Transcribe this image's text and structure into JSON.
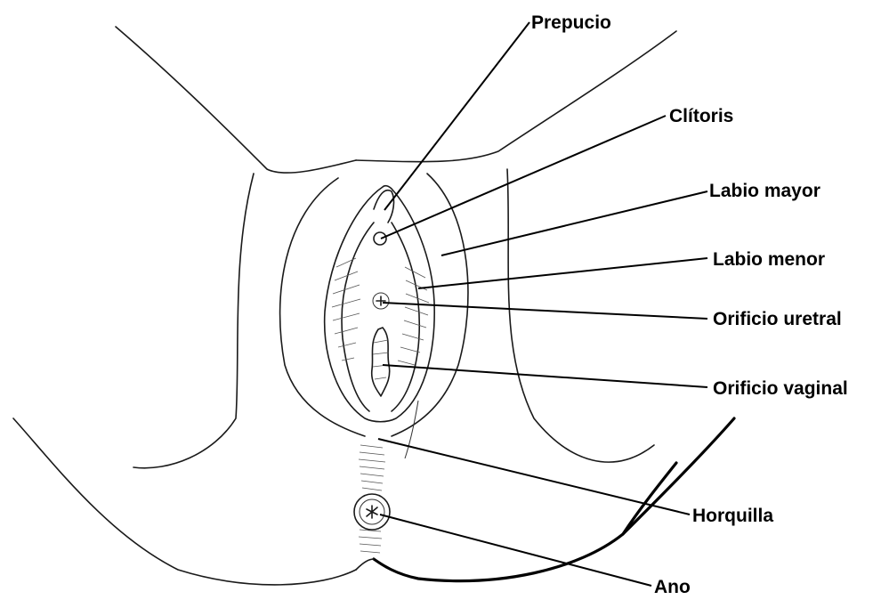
{
  "labels": {
    "prepucio": "Prepucio",
    "clitoris": "Clítoris",
    "labio_mayor": "Labio mayor",
    "labio_menor": "Labio menor",
    "orificio_uretral": "Orificio uretral",
    "orificio_vaginal": "Orificio vaginal",
    "horquilla": "Horquilla",
    "ano": "Ano"
  },
  "colors": {
    "line": "#000000",
    "background": "#ffffff"
  }
}
